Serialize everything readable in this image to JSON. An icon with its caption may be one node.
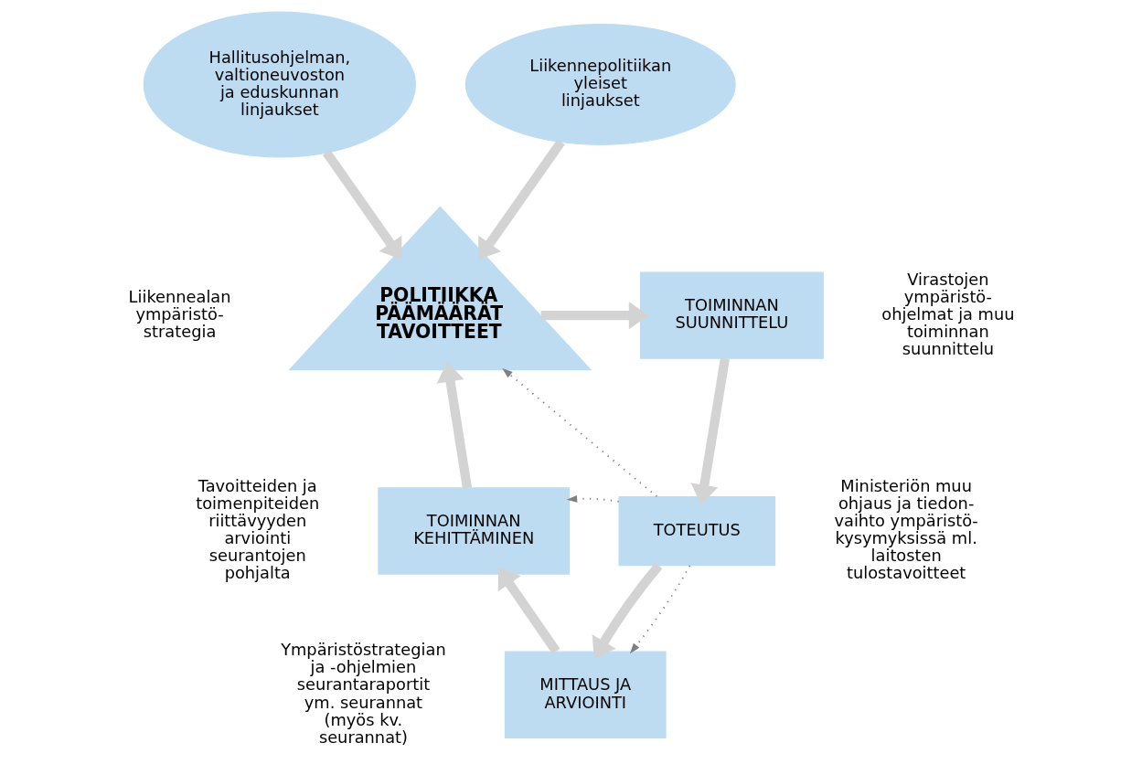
{
  "diagram": {
    "nodes": [
      {
        "text": [
          "Hallitusohjelman, valtioneuvoston ja eduskunnan linjaukset"
        ]
      },
      {
        "text": [
          "Liikennepolitiikan yleiset linjaukset"
        ]
      },
      {
        "text": [
          "POLITIIKKA PÄÄMÄÄRÄT TAVOITTEET"
        ]
      },
      {
        "text": [
          "TOIMINNAN SUUNNITTELU"
        ]
      },
      {
        "text": [
          "TOTEUTUS"
        ]
      },
      {
        "text": [
          "TOIMINNAN KEHITTÄMINEN"
        ]
      },
      {
        "text": [
          "MITTAUS JA ARVIOINTI"
        ]
      }
    ],
    "edges": [
      {
        "from": 0,
        "to": 2,
        "arrow": "to"
      },
      {
        "from": 1,
        "to": 2,
        "arrow": "to"
      },
      {
        "from": 2,
        "to": 3,
        "arrow": "to"
      },
      {
        "from": 3,
        "to": 4,
        "arrow": "to"
      },
      {
        "from": 4,
        "to": 6,
        "arrow": "to"
      },
      {
        "from": 6,
        "to": 5,
        "arrow": "to"
      },
      {
        "from": 5,
        "to": 2,
        "arrow": "to"
      },
      {
        "from": 4,
        "to": 2,
        "arrow": "to",
        "style": "dashed",
        "color": "#808080"
      },
      {
        "from": 4,
        "to": 5,
        "arrow": "to",
        "style": "dashed",
        "color": "#808080"
      },
      {
        "from": 4,
        "to": 6,
        "arrow": "to",
        "style": "dashed",
        "color": "#808080"
      }
    ],
    "labels": [
      "Liikennealan ympäristö- strategia",
      "Virastojen ympäristö- ohjelmat ja muu toiminnan suunnittelu",
      "Tavoitteiden ja toimenpiteiden riittävyyden arviointi seurantojen pohjalta",
      "Ministeriön muu ohjaus ja tiedon- vaihto ympäristö- kysymyksissä ml. laitosten tulostavoitteet",
      "Ympäristöstrategian ja -ohjelmien seurantaraportit ym. seurannat (myös kv. seurannat)"
    ]
  }
}
